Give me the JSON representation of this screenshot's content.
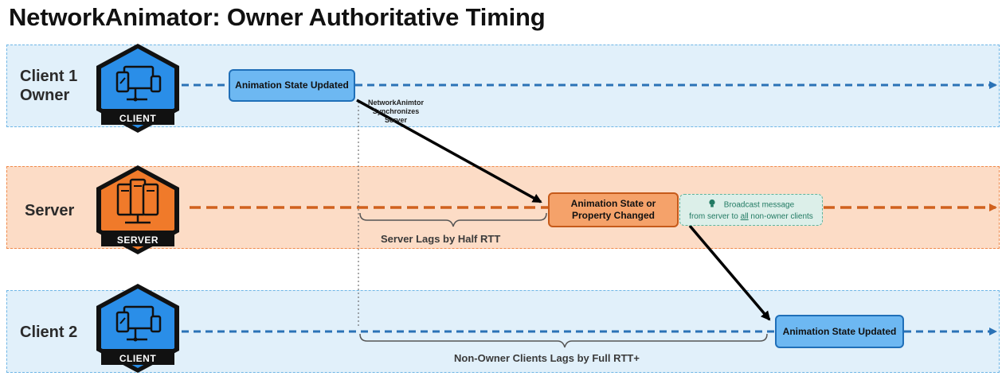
{
  "title": "NetworkAnimator: Owner Authoritative Timing",
  "lanes": {
    "client1": {
      "label_line1": "Client 1",
      "label_line2": "Owner",
      "badge": "CLIENT",
      "icon": "client-devices-icon"
    },
    "server": {
      "label": "Server",
      "badge": "SERVER",
      "icon": "server-rack-icon"
    },
    "client2": {
      "label": "Client 2",
      "badge": "CLIENT",
      "icon": "client-devices-icon"
    }
  },
  "boxes": {
    "owner_update": "Animation State Updated",
    "server_change_line1": "Animation State or",
    "server_change_line2": "Property Changed",
    "client2_update": "Animation State Updated"
  },
  "sync_note": {
    "line1": "NetworkAnimtor",
    "line2": "Synchronizes",
    "line3": "Server"
  },
  "broadcast_note": {
    "line1": "Broadcast message",
    "line2_pre": "from server to ",
    "line2_em": "all",
    "line2_post": " non-owner clients",
    "icon": "lightbulb-icon"
  },
  "lags": {
    "server": "Server Lags by Half RTT",
    "clients": "Non-Owner Clients Lags by Full RTT+"
  },
  "colors": {
    "client_lane": "#e1f0fa",
    "server_lane": "#fcdcc6",
    "client_accent": "#2a8ee8",
    "server_accent": "#f07a2a",
    "client_timeline": "#2a72b6",
    "server_timeline": "#d0611e"
  }
}
